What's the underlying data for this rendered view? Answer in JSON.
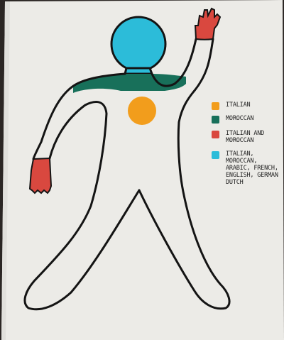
{
  "colors": {
    "paper": "#ecebe7",
    "background": "#2b2624",
    "outline": "#141414",
    "orange": "#f29d1c",
    "green": "#18705a",
    "red": "#d9483f",
    "blue": "#2cbcd9"
  },
  "legend": {
    "items": [
      {
        "swatch_color": "#f29d1c",
        "label": "ITALIAN"
      },
      {
        "swatch_color": "#18705a",
        "label": "MOROCCAN"
      },
      {
        "swatch_color": "#d9483f",
        "label": "ITALIAN AND\nMOROCCAN"
      },
      {
        "swatch_color": "#2cbcd9",
        "label": "ITALIAN, MOROCCAN,\nARABIC, FRENCH,\nENGLISH, GERMAN\nDUTCH"
      }
    ]
  }
}
